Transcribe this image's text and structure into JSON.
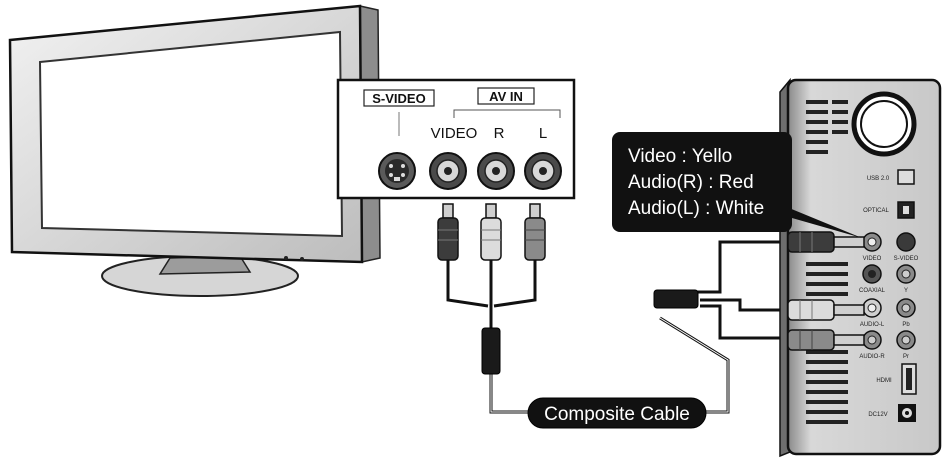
{
  "panel": {
    "svideo_label": "S-VIDEO",
    "avin_label": "AV IN",
    "video_label": "VIDEO",
    "r_label": "R",
    "l_label": "L"
  },
  "callout": {
    "line1": "Video : Yello",
    "line2": "Audio(R) : Red",
    "line3": "Audio(L) : White"
  },
  "cable": {
    "label": "Composite Cable"
  },
  "player": {
    "usb": "USB 2.0",
    "optical": "OPTICAL",
    "video": "VIDEO",
    "svideo": "S-VIDEO",
    "coaxial": "COAXIAL",
    "y": "Y",
    "audio_l": "AUDIO-L",
    "pb": "Pb",
    "audio_r": "AUDIO-R",
    "pr": "Pr",
    "hdmi": "HDMI",
    "dc": "DC12V"
  }
}
